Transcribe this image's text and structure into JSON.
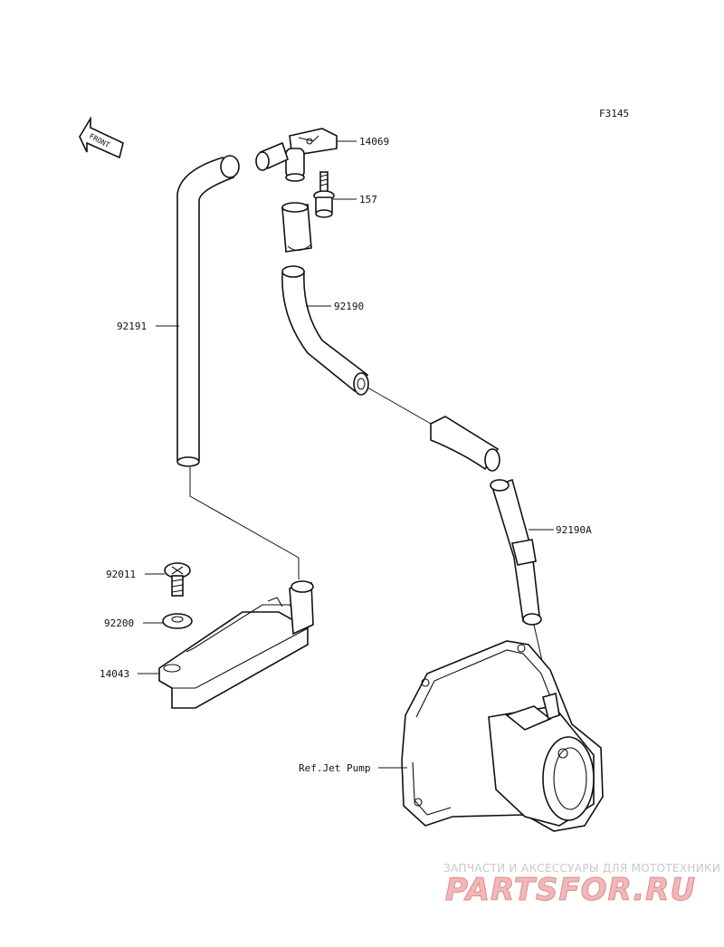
{
  "diagram": {
    "code": "F3145",
    "front_arrow_text": "FRONT",
    "callouts": {
      "p14069": "14069",
      "p157": "157",
      "p92190": "92190",
      "p92191": "92191",
      "p92190A": "92190A",
      "p92011": "92011",
      "p92200": "92200",
      "p14043": "14043",
      "ref_jet_pump": "Ref.Jet Pump"
    }
  },
  "watermark": {
    "tagline": "ЗАПЧАСТИ И АКСЕССУАРЫ ДЛЯ МОТОТЕХНИКИ",
    "logo": "PARTSFOR.RU"
  }
}
